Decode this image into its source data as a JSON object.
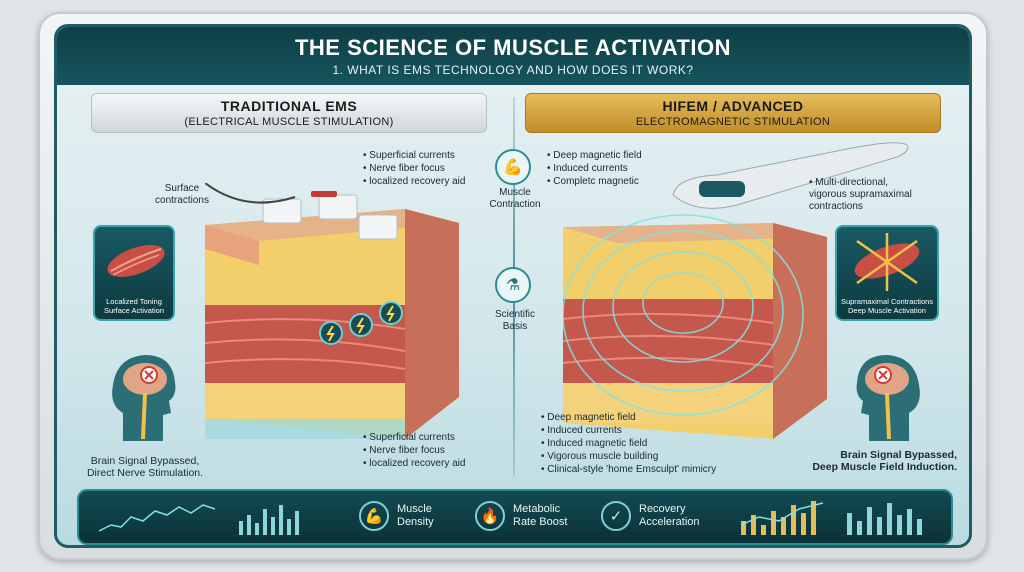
{
  "header": {
    "title": "THE SCIENCE OF MUSCLE ACTIVATION",
    "subtitle": "1. WHAT IS EMS TECHNOLOGY AND HOW DOES IT WORK?"
  },
  "left": {
    "title": "TRADITIONAL EMS",
    "subtitle": "(ELECTRICAL MUSCLE STIMULATION)",
    "top_bullets": [
      "Superficial currents",
      "Nerve fiber focus",
      "localized recovery aid"
    ],
    "surface_label": "Surface\ncontractions",
    "card_caption": "Localized Toning\nSurface Activation",
    "bottom_bullets": [
      "Superficial currents",
      "Nerve fiber focus",
      "localized recovery aid"
    ],
    "brain_caption": "Brain Signal Bypassed,\nDirect Nerve Stimulation."
  },
  "center": {
    "muscle_label": "Muscle\nContraction",
    "scientific_label": "Scientific\nBasis"
  },
  "right": {
    "title": "HIFEM / ADVANCED",
    "subtitle": "ELECTROMAGNETIC STIMULATION",
    "top_bullets": [
      "Deep magnetic field",
      "Induced currents",
      "Completc magnetic"
    ],
    "contraction_label": "• Multi-directional,\nvigorous supramaximal\ncontractions",
    "card_caption": "Supramaximal Contractions\nDeep Muscle Activation",
    "bottom_bullets": [
      "Deep magnetic field",
      "Induced currents",
      "Induced magnetic field",
      "Vigorous muscle building",
      "Clinical-style 'home Emsculpt' mimicry"
    ],
    "brain_caption": "Brain Signal Bypassed,\nDeep Muscle Field Induction."
  },
  "footer": {
    "items": [
      {
        "label": "Muscle\nDensity",
        "icon": "flexed-arm-icon"
      },
      {
        "label": "Metabolic\nRate Boost",
        "icon": "flame-icon"
      },
      {
        "label": "Recovery\nAcceleration",
        "icon": "check-circle-icon"
      }
    ]
  },
  "colors": {
    "header": "#0f3f47",
    "accent_teal": "#2b8c93",
    "gold": "#c08d2a",
    "skin": "#e7b58c",
    "fat": "#f2cf6a",
    "muscle": "#c4584d"
  }
}
